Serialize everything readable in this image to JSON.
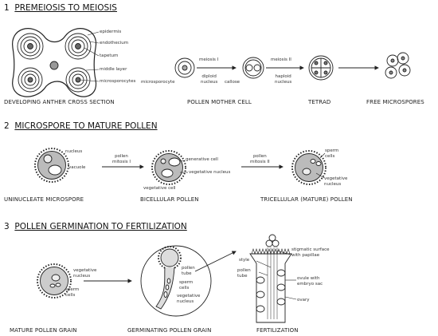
{
  "sections": [
    {
      "number": "1",
      "title": "PREMEIOSIS TO MEIOSIS",
      "captions": [
        "DEVELOPING ANTHER CROSS SECTION",
        "POLLEN MOTHER CELL",
        "TETRAD",
        "FREE MICROSPORES"
      ],
      "labels": {
        "epidermis": "epidermis",
        "endothecium": "endothecium",
        "tapetum": "tapetum",
        "middle_layer": "middle layer",
        "microsporocytes": "microsporocytes",
        "meiosis_1": "meiosis I",
        "meiosis_2": "meiosis II",
        "microsporocyte": "microsporocyte",
        "diploid_nucleus": "diploid\nnucleus",
        "callose": "callose",
        "haploid_nucleus": "haploid\nnucleus"
      }
    },
    {
      "number": "2",
      "title": "MICROSPORE TO MATURE POLLEN",
      "captions": [
        "UNINUCLEATE MICROSPORE",
        "BICELLULAR POLLEN",
        "TRICELLULAR (MATURE) POLLEN"
      ],
      "labels": {
        "nucleus": "nucleus",
        "vacuole": "vacuole",
        "pollen_mitosis_1": "pollen\nmitosis I",
        "generative_cell": "generative cell",
        "vegetative_nucleus": "vegetative nucleus",
        "vegetative_cell": "vegetative cell",
        "pollen_mitosis_2": "pollen\nmitosis II",
        "sperm_cells": "sperm\ncells",
        "vegetative_nucleus_2": "vegetative\nnucleus"
      }
    },
    {
      "number": "3",
      "title": "POLLEN GERMINATION TO FERTILIZATION",
      "captions": [
        "MATURE POLLEN GRAIN",
        "GERMINATING POLLEN GRAIN",
        "FERTILIZATION"
      ],
      "labels": {
        "vegetative_nucleus": "vegetative\nnucleus",
        "sperm_cells": "sperm\ncells",
        "pollen_tube": "pollen\ntube",
        "sperm_cells_2": "sperm\ncells",
        "vegetative_nucleus_2": "vegetative\nnucleus",
        "style": "style",
        "pollen_tube_2": "pollen\ntube",
        "stigmatic_surface": "stigmatic surface\nwith papillae",
        "ovule": "ovule with\nembryo sac",
        "ovary": "ovary"
      }
    }
  ]
}
